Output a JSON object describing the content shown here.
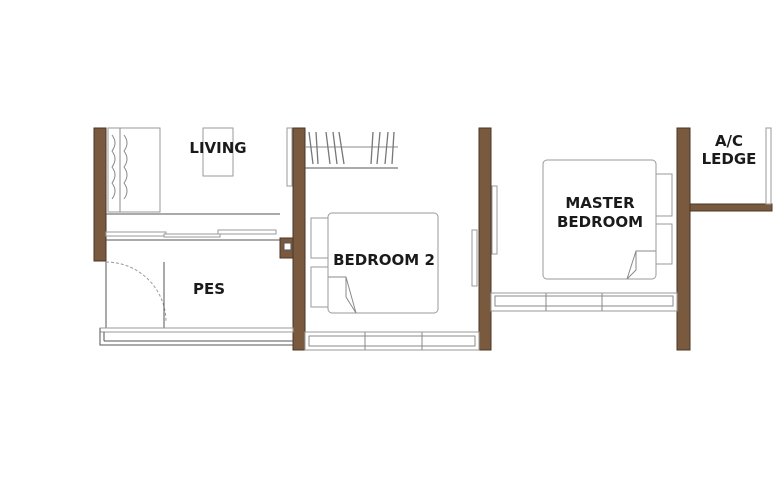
{
  "rooms": {
    "living": "LIVING",
    "pes": "PES",
    "bedroom2": "BEDROOM 2",
    "master_line1": "MASTER",
    "master_line2": "BEDROOM",
    "ac_line1": "A/C",
    "ac_line2": "LEDGE"
  },
  "colors": {
    "wall": "#7a5a3e",
    "background": "#ffffff"
  }
}
